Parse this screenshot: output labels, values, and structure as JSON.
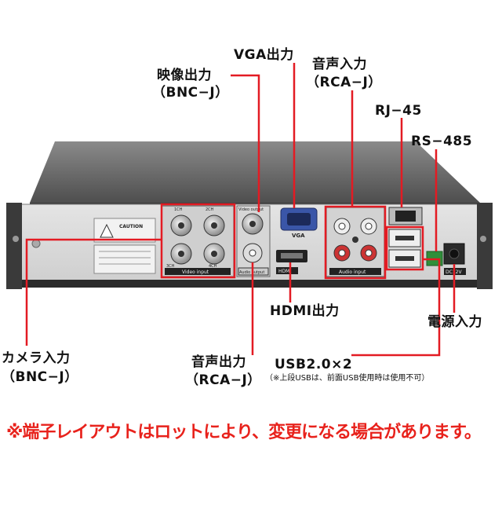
{
  "labels": {
    "video_out": "映像出力",
    "video_out_sub": "（BNC−J）",
    "vga_out": "VGA出力",
    "audio_in": "音声入力",
    "audio_in_sub": "（RCA−J）",
    "rj45": "RJ−45",
    "rs485": "RS−485",
    "hdmi_out": "HDMI出力",
    "power_in": "電源入力",
    "camera_in": "カメラ入力",
    "camera_in_sub": "（BNC−J）",
    "audio_out": "音声出力",
    "audio_out_sub": "（RCA−J）",
    "usb": "USB2.0×2",
    "usb_note": "（※上段USBは、前面USB使用時は使用不可）"
  },
  "panel_text": {
    "caution": "CAUTION",
    "ch1": "1CH",
    "ch2": "2CH",
    "ch3": "3CH",
    "ch4": "4CH",
    "video_input": "Video input",
    "video_output": "Video output",
    "audio_output": "Audio output",
    "vga": "VGA",
    "hdmi": "HDMI",
    "audio_input": "Audio input",
    "dc12v": "DC12V"
  },
  "warning": "※端子レイアウトはロットにより、変更になる場合があります。",
  "colors": {
    "callout": "#e31b23",
    "warning": "#e8221c",
    "panel": "#d9d9d9",
    "chassis_top": "#6a6a6a"
  }
}
